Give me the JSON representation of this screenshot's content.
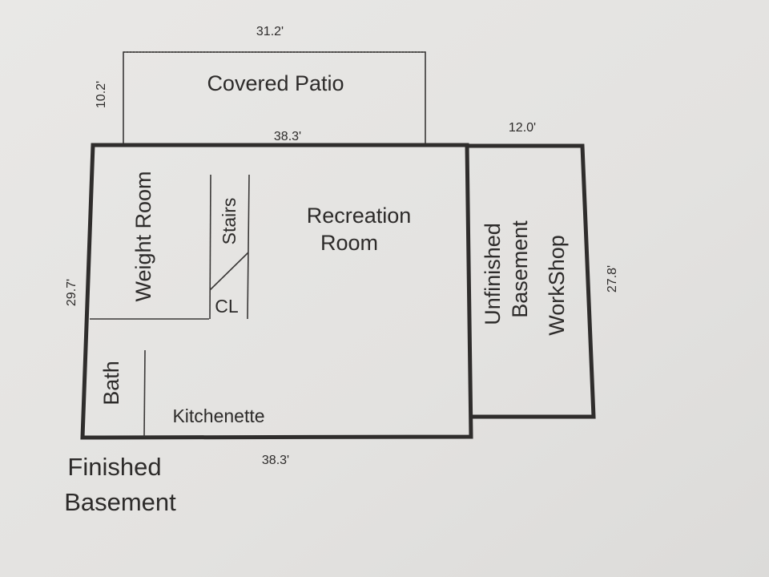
{
  "patio": {
    "label": "Covered Patio",
    "width_dim": "31.2'",
    "depth_dim": "10.2'"
  },
  "main": {
    "top_dim": "38.3'",
    "bottom_dim": "38.3'",
    "left_dim": "29.7'",
    "rooms": {
      "weight_room": "Weight Room",
      "stairs": "Stairs",
      "closet": "CL",
      "recreation_line1": "Recreation",
      "recreation_line2": "Room",
      "bath": "Bath",
      "kitchenette": "Kitchenette"
    },
    "caption_line1": "Finished",
    "caption_line2": "Basement"
  },
  "workshop": {
    "width_dim": "12.0'",
    "depth_dim": "27.8'",
    "line1": "Unfinished",
    "line2": "Basement",
    "line3": "WorkShop"
  }
}
